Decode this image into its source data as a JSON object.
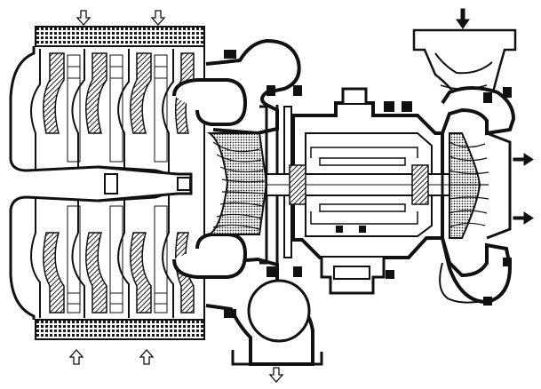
{
  "diagram": {
    "subject": "turbocharger-cross-section",
    "colors": {
      "ink": "#111111",
      "paper": "#ffffff",
      "hatch": "#2a2a2a"
    },
    "flow_markers": {
      "intake_top": {
        "icon": "hollow-down-arrow-icon",
        "count": 2
      },
      "intake_bottom": {
        "icon": "hollow-up-arrow-icon",
        "count": 2
      },
      "exhaust_out": {
        "icon": "hollow-down-arrow-icon",
        "count": 1
      },
      "turbine_in": {
        "icon": "solid-down-arrow-icon",
        "count": 1
      },
      "turbine_out": {
        "icon": "solid-right-arrow-icon",
        "count": 2
      }
    }
  }
}
